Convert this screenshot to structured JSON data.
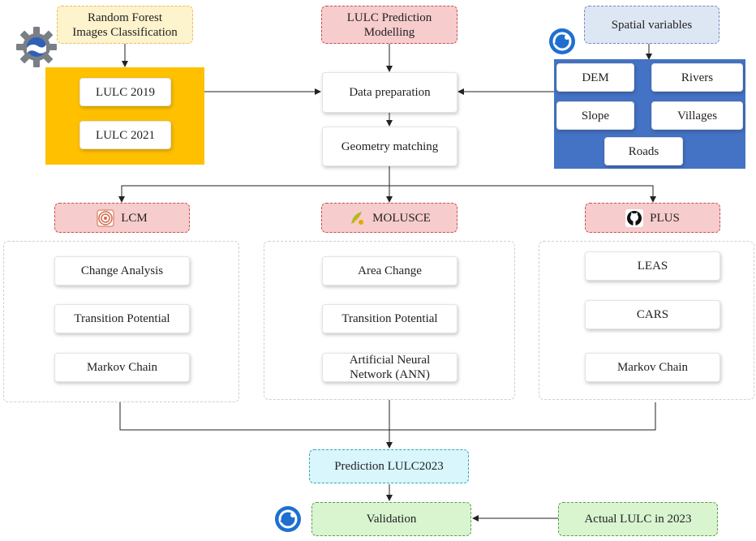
{
  "nodes": {
    "rf": "Random Forest\nImages Classification",
    "lulc_pred": "LULC Prediction\nModelling",
    "spatial": "Spatial variables",
    "lulc2019": "LULC 2019",
    "lulc2021": "LULC 2021",
    "data_prep": "Data preparation",
    "geometry": "Geometry matching",
    "dem": "DEM",
    "rivers": "Rivers",
    "slope": "Slope",
    "villages": "Villages",
    "roads": "Roads",
    "lcm": "LCM",
    "molusce": "MOLUSCE",
    "plus": "PLUS",
    "lcm_change": "Change Analysis",
    "lcm_transition": "Transition Potential",
    "lcm_markov": "Markov Chain",
    "mol_area": "Area Change",
    "mol_transition": "Transition Potential",
    "mol_ann": "Artificial Neural\nNetwork (ANN)",
    "plus_leas": "LEAS",
    "plus_cars": "CARS",
    "plus_markov": "Markov Chain",
    "prediction": "Prediction LULC2023",
    "validation": "Validation",
    "actual": "Actual LULC in 2023"
  },
  "icons": {
    "gee": "earth-engine-gear-icon",
    "arcgis": "arcgis-globe-icon",
    "lcm": "terrset-spiral-icon",
    "molusce": "qgis-plugin-icon",
    "plus": "github-icon"
  },
  "colors": {
    "gold": "#ffc000",
    "blue": "#4472c4",
    "pink": "#f7cccc",
    "cyan": "#d8f6fb",
    "green": "#d8f5cf"
  }
}
